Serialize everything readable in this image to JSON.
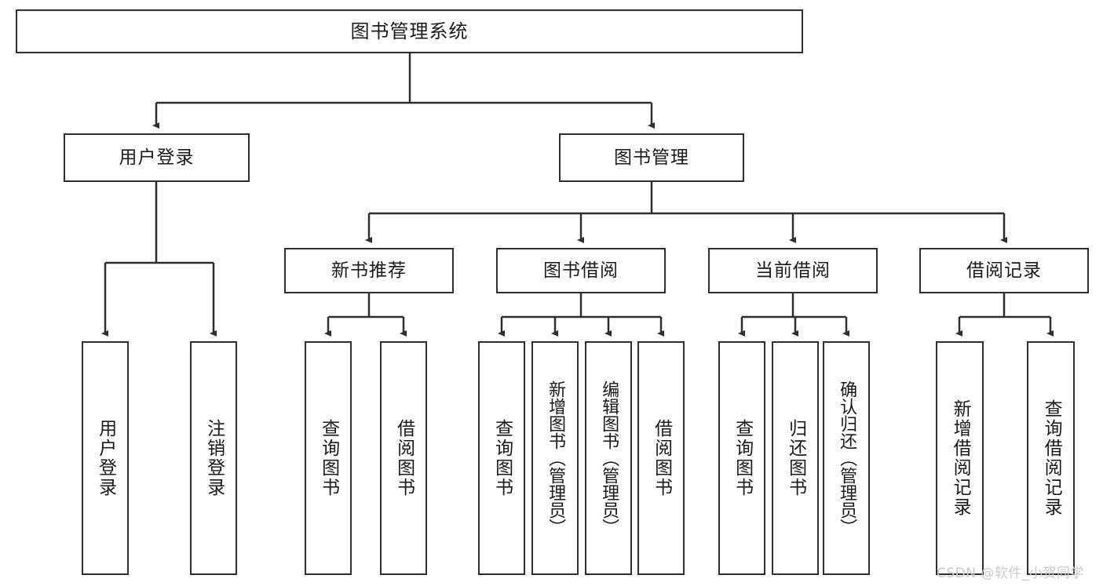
{
  "diagram": {
    "type": "tree",
    "title": "图书管理系统",
    "watermark": "CSDN @软件_小贺同学",
    "colors": {
      "stroke": "#2e2e2e",
      "fill": "#ffffff",
      "text": "#1a1a1a",
      "watermark": "#c9c9c9"
    },
    "levels": {
      "root": {
        "label": "图书管理系统"
      },
      "level2": [
        {
          "label": "用户登录"
        },
        {
          "label": "图书管理"
        }
      ],
      "level3": [
        {
          "label": "新书推荐"
        },
        {
          "label": "图书借阅"
        },
        {
          "label": "当前借阅"
        },
        {
          "label": "借阅记录"
        }
      ],
      "leaves": [
        {
          "label": "用户登录",
          "parent": "用户登录"
        },
        {
          "label": "注销登录",
          "parent": "用户登录"
        },
        {
          "label": "查询图书",
          "parent": "新书推荐"
        },
        {
          "label": "借阅图书",
          "parent": "新书推荐"
        },
        {
          "label": "查询图书",
          "parent": "图书借阅"
        },
        {
          "label": "新增图书（管理员）",
          "parent": "图书借阅"
        },
        {
          "label": "编辑图书（管理员）",
          "parent": "图书借阅"
        },
        {
          "label": "借阅图书",
          "parent": "图书借阅"
        },
        {
          "label": "查询图书",
          "parent": "当前借阅"
        },
        {
          "label": "归还图书",
          "parent": "当前借阅"
        },
        {
          "label": "确认归还（管理员）",
          "parent": "当前借阅"
        },
        {
          "label": "新增借阅记录",
          "parent": "借阅记录"
        },
        {
          "label": "查询借阅记录",
          "parent": "借阅记录"
        }
      ]
    }
  }
}
